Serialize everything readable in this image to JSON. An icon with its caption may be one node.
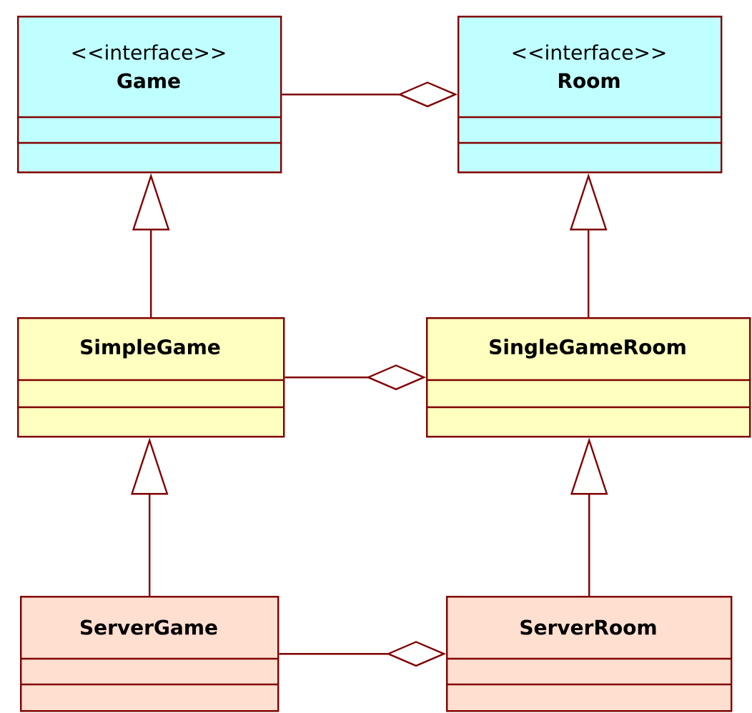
{
  "diagram": {
    "nodes": [
      {
        "text": [
          "<<interface>>",
          "Game"
        ]
      },
      {
        "text": [
          "<<interface>>",
          "Room"
        ]
      },
      {
        "text": [
          "SimpleGame"
        ]
      },
      {
        "text": [
          "SingleGameRoom"
        ]
      },
      {
        "text": [
          "ServerGame"
        ]
      },
      {
        "text": [
          "ServerRoom"
        ]
      }
    ],
    "edges": [
      {
        "from": 0,
        "to": 1,
        "arrow": "other"
      },
      {
        "from": 2,
        "to": 0,
        "arrow": "to"
      },
      {
        "from": 3,
        "to": 1,
        "arrow": "to"
      },
      {
        "from": 2,
        "to": 3,
        "arrow": "other"
      },
      {
        "from": 4,
        "to": 2,
        "arrow": "to"
      },
      {
        "from": 5,
        "to": 3,
        "arrow": "to"
      },
      {
        "from": 4,
        "to": 5,
        "arrow": "other"
      }
    ]
  }
}
